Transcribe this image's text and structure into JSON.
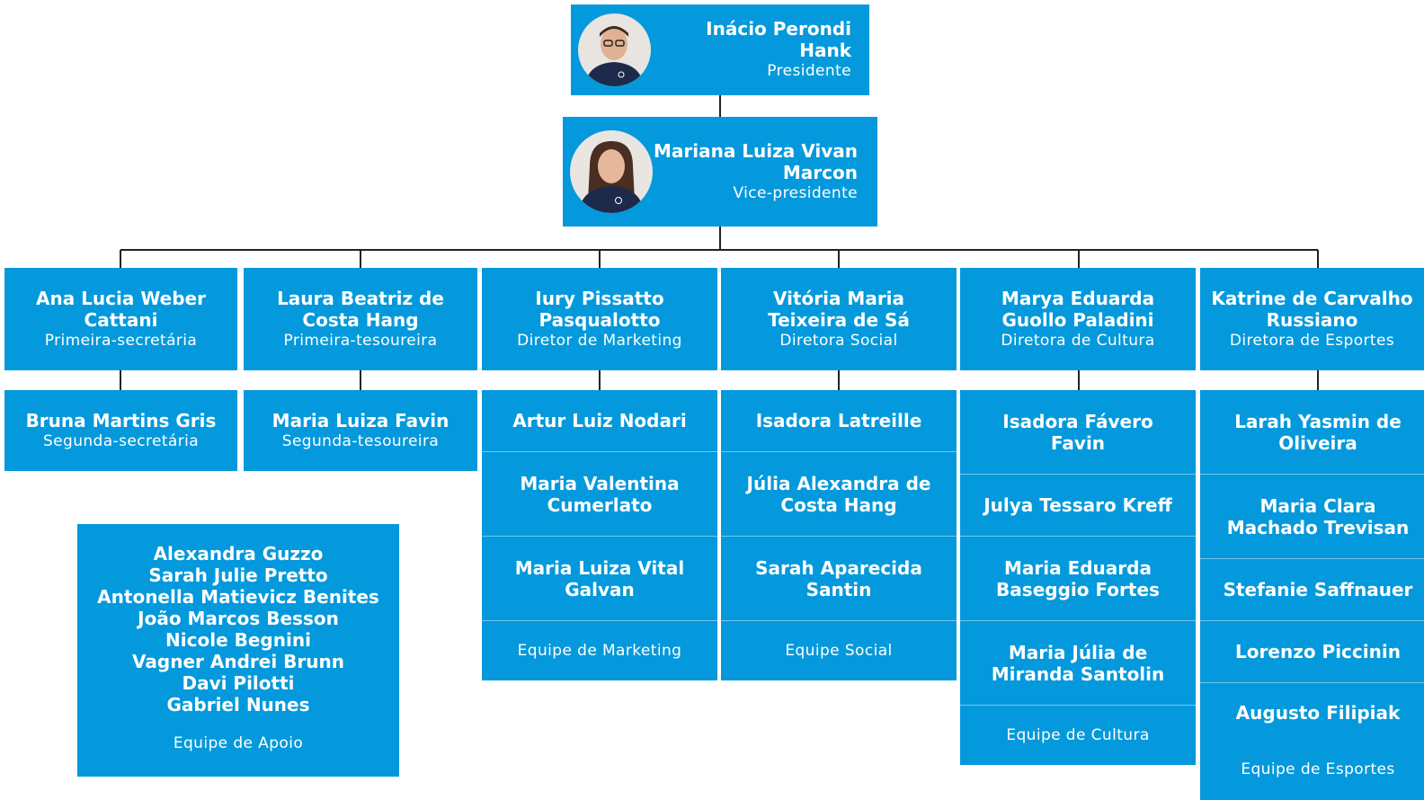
{
  "president": {
    "name": "Inácio Perondi Hank",
    "role": "Presidente"
  },
  "vice": {
    "name_line1": "Mariana Luiza Vivan",
    "name_line2": "Marcon",
    "role": "Vice-presidente"
  },
  "leads": [
    {
      "name": [
        "Ana Lucia Weber",
        "Cattani"
      ],
      "role": "Primeira-secretária"
    },
    {
      "name": [
        "Laura Beatriz de",
        "Costa Hang"
      ],
      "role": "Primeira-tesoureira"
    },
    {
      "name": [
        "Iury Pissatto",
        "Pasqualotto"
      ],
      "role": "Diretor de Marketing"
    },
    {
      "name": [
        "Vitória Maria",
        "Teixeira de Sá"
      ],
      "role": "Diretora Social"
    },
    {
      "name": [
        "Marya Eduarda",
        "Guollo Paladini"
      ],
      "role": "Diretora de Cultura"
    },
    {
      "name": [
        "Katrine de Carvalho",
        "Russiano"
      ],
      "role": "Diretora de Esportes"
    }
  ],
  "seconds": [
    {
      "name": "Bruna Martins Gris",
      "role": "Segunda-secretária"
    },
    {
      "name": "Maria Luiza Favin",
      "role": "Segunda-tesoureira"
    }
  ],
  "marketing": {
    "members": [
      [
        "Artur Luiz Nodari"
      ],
      [
        "Maria Valentina",
        "Cumerlato"
      ],
      [
        "Maria Luiza Vital",
        "Galvan"
      ]
    ],
    "team": "Equipe de Marketing"
  },
  "social": {
    "members": [
      [
        "Isadora Latreille"
      ],
      [
        "Júlia Alexandra de",
        "Costa Hang"
      ],
      [
        "Sarah Aparecida",
        "Santin"
      ]
    ],
    "team": "Equipe Social"
  },
  "cultura": {
    "members": [
      [
        "Isadora Fávero",
        "Favin"
      ],
      [
        "Julya Tessaro Kreff"
      ],
      [
        "Maria Eduarda",
        "Baseggio Fortes"
      ],
      [
        "Maria Júlia de",
        "Miranda Santolin"
      ]
    ],
    "team": "Equipe de Cultura"
  },
  "esportes": {
    "members": [
      [
        "Larah Yasmin de",
        "Oliveira"
      ],
      [
        "Maria Clara",
        "Machado Trevisan"
      ],
      [
        "Stefanie Saffnauer"
      ],
      [
        "Lorenzo Piccinin"
      ],
      [
        "Augusto Filipiak"
      ]
    ],
    "team": "Equipe de Esportes"
  },
  "apoio": {
    "members": [
      "Alexandra Guzzo",
      "Sarah Julie Pretto",
      "Antonella Matievicz Benites",
      "João Marcos Besson",
      "Nicole Begnini",
      "Vagner Andrei Brunn",
      "Davi Pilotti",
      "Gabriel Nunes"
    ],
    "team": "Equipe de Apoio"
  },
  "colors": {
    "box": "#0499dc",
    "text": "#ffffff",
    "line": "#222222"
  }
}
